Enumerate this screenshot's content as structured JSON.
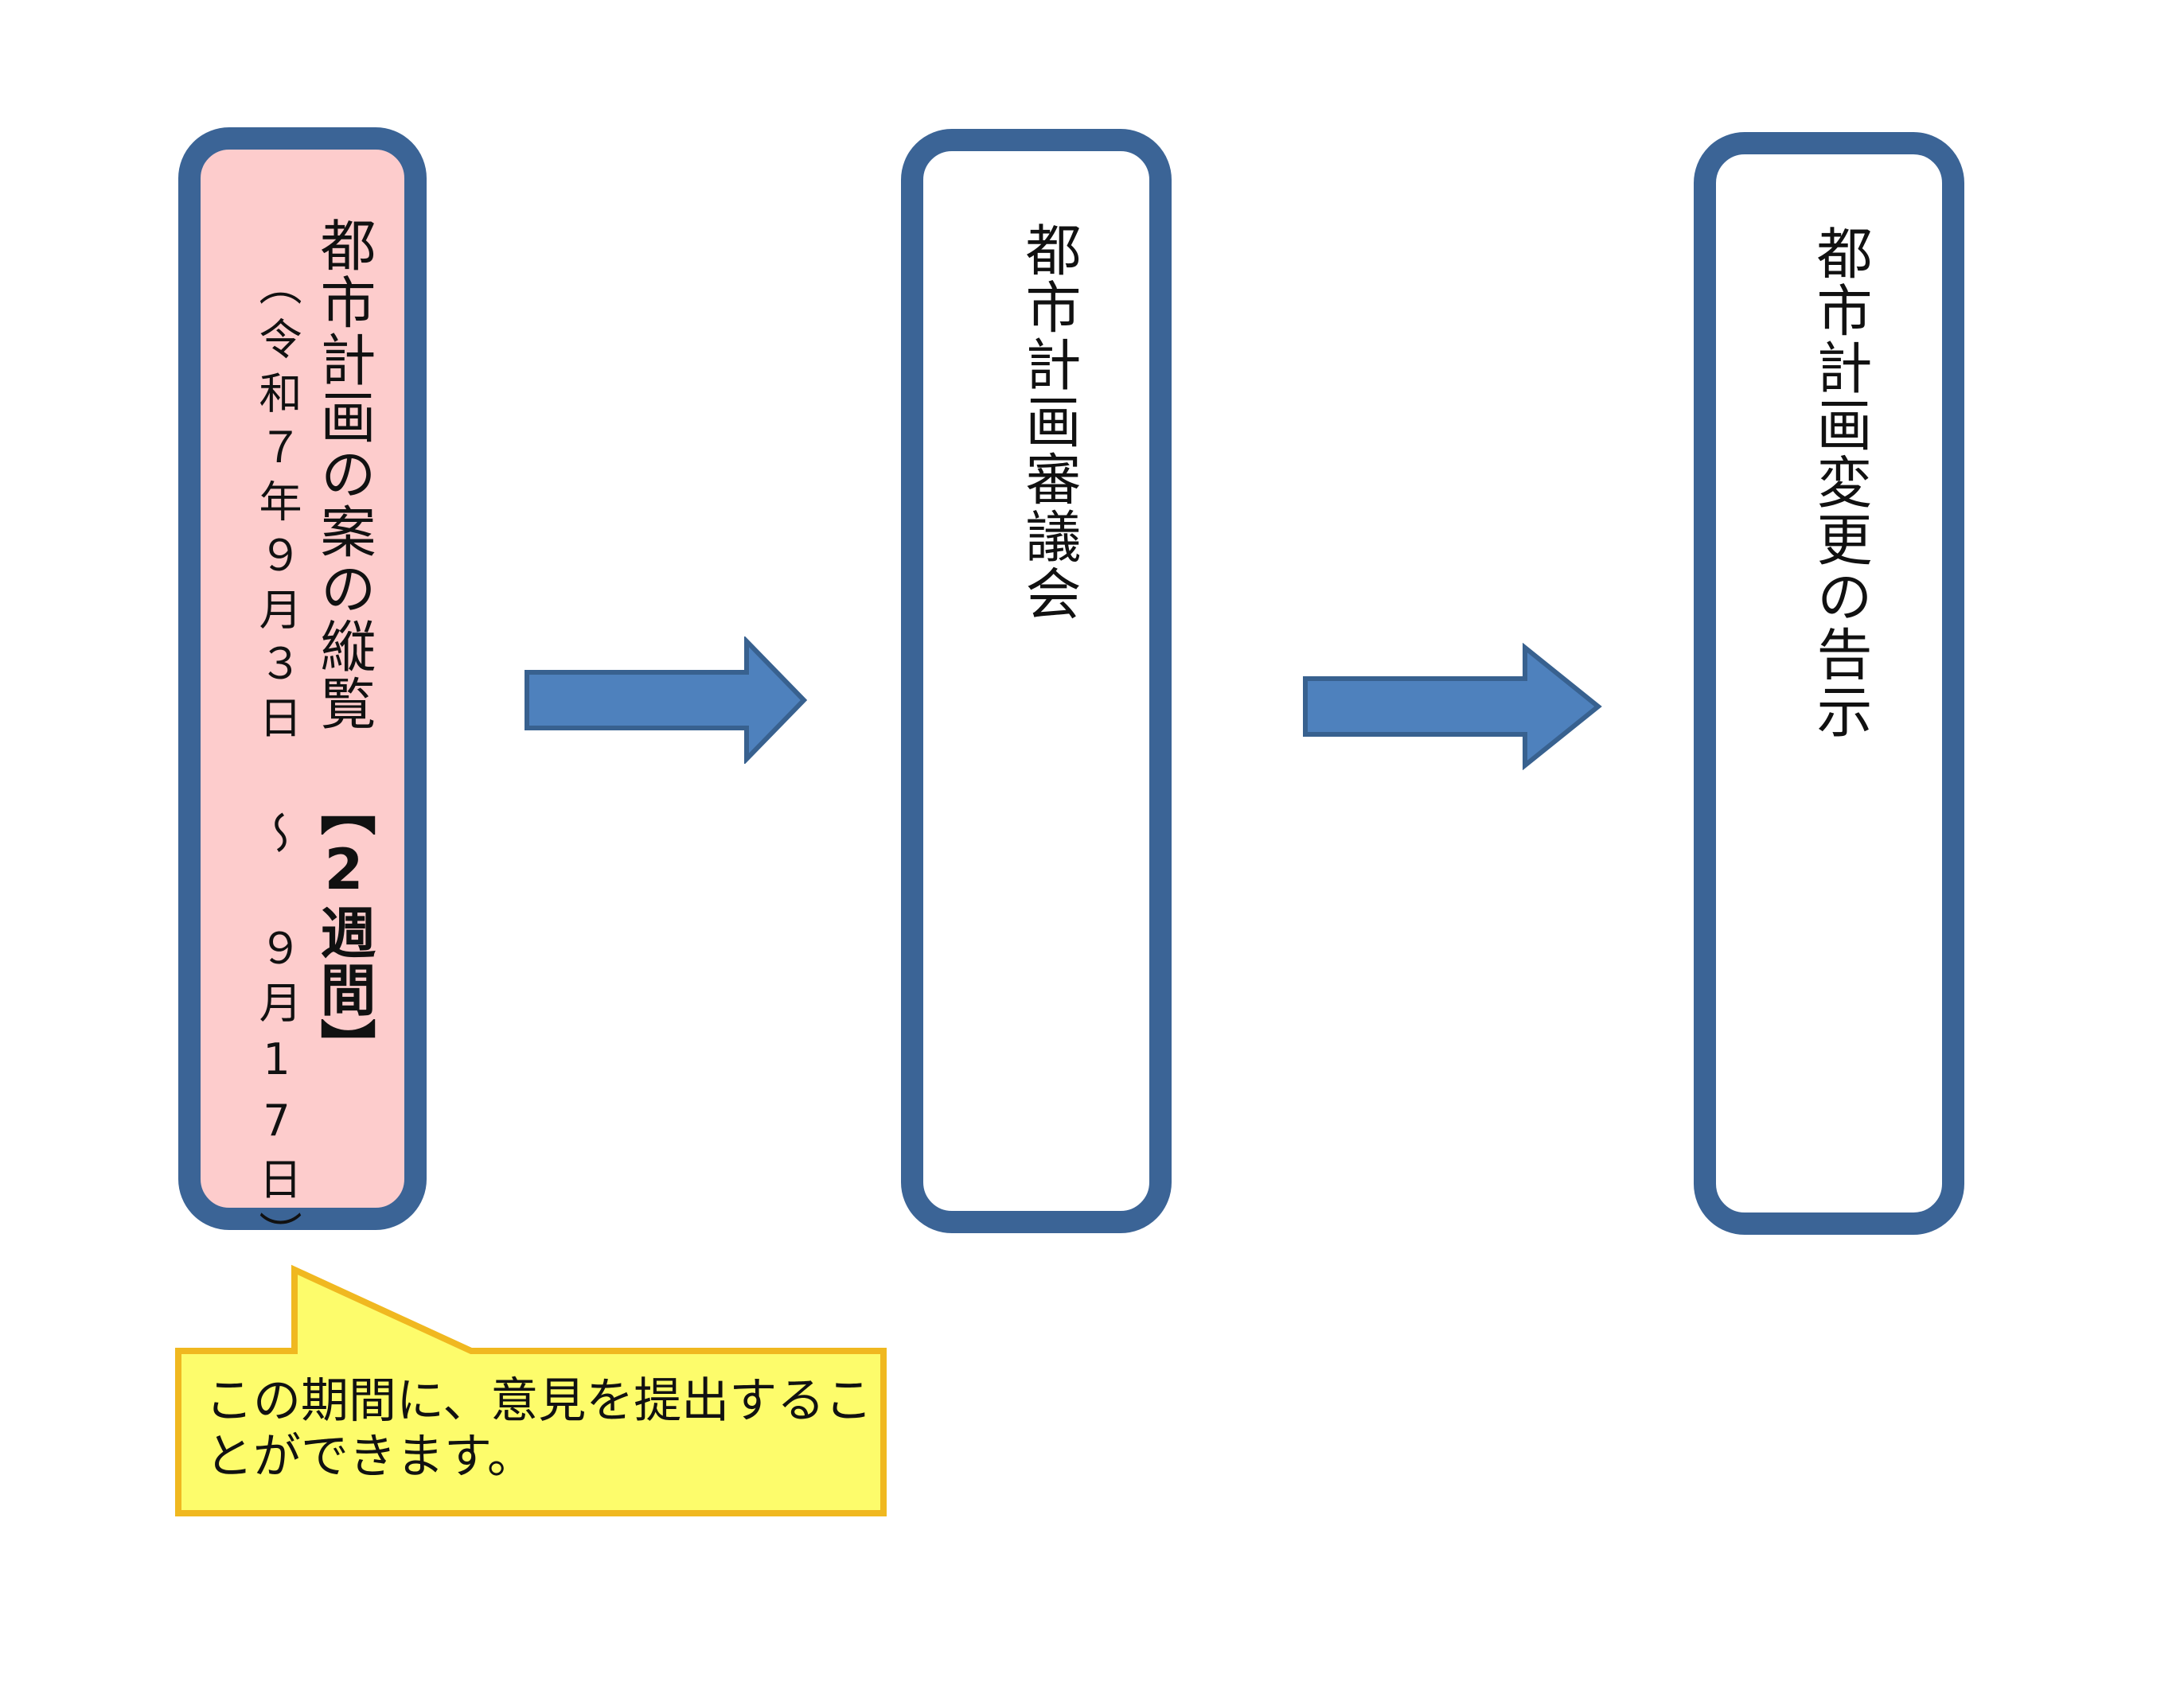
{
  "steps": [
    {
      "title": "都市計画の案の縦覧",
      "badge": "【2週間】",
      "subtitle": "（令和７年９月３日 ～ ９月17日）"
    },
    {
      "title": "都市計画審議会"
    },
    {
      "title": "都市計画変更の告示"
    }
  ],
  "callout": {
    "line1": "この期間に、意見を提出するこ",
    "line2": "とができます。"
  },
  "colors": {
    "box_border": "#3b6496",
    "highlight_fill": "#fdcccc",
    "arrow_fill": "#4e81bd",
    "arrow_stroke": "#38618f",
    "callout_fill": "#fdfc6b",
    "callout_stroke": "#f0b820"
  }
}
